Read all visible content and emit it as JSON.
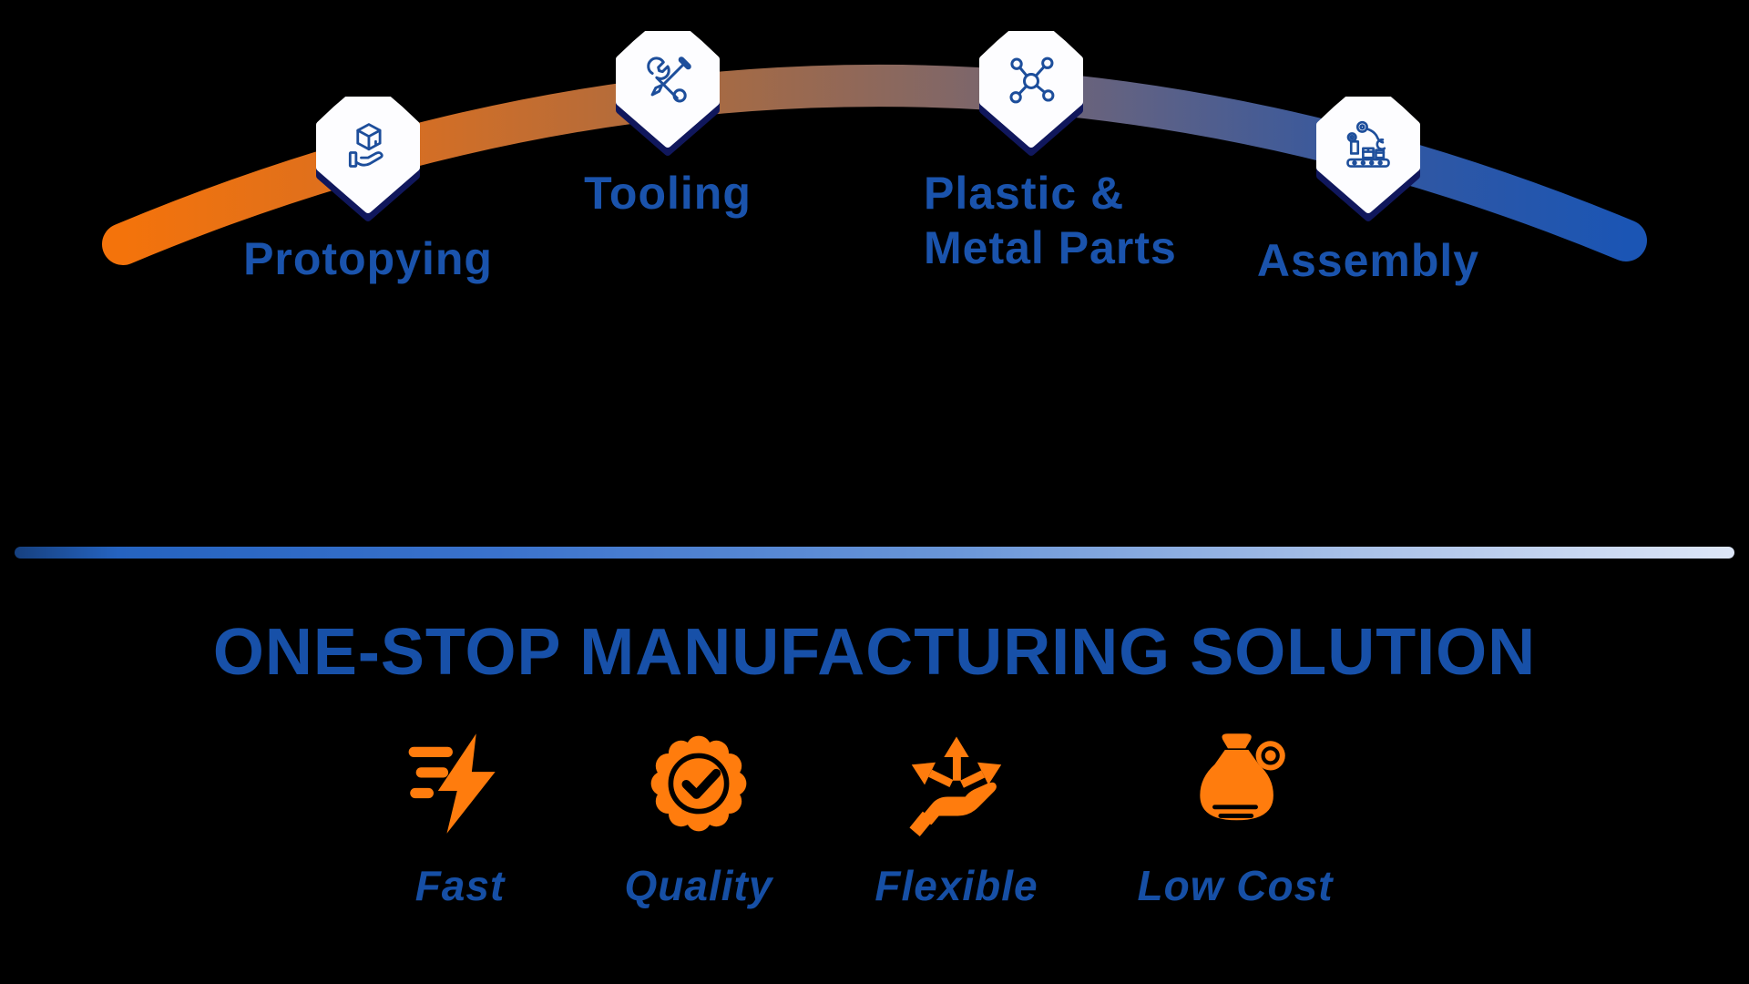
{
  "colors": {
    "background": "#000000",
    "arc_gradient": [
      "#f4730b",
      "#d86f22",
      "#a56a45",
      "#826766",
      "#5d6186",
      "#35589f",
      "#1b55b4"
    ],
    "divider_gradient": [
      "#16407f",
      "#3a72cc",
      "#a9c1e8",
      "#dde6f7"
    ],
    "step_label_blue": "#1a53ac",
    "heading_blue": "#1750a8",
    "feature_label_blue": "#164fa5",
    "line_icon_blue": "#1d4e9b",
    "accent_orange": "#ff7c0d",
    "badge_fill": "#ffffff",
    "badge_shadow_navy": "#10175c"
  },
  "process_arc": {
    "steps": [
      {
        "icon": "prototyping-hand-cube-icon",
        "lines": [
          "Protopying"
        ]
      },
      {
        "icon": "tooling-wrench-screwdriver-icon",
        "lines": [
          "Tooling"
        ]
      },
      {
        "icon": "molecule-icon",
        "lines": [
          "Plastic &",
          "Metal Parts"
        ]
      },
      {
        "icon": "assembly-robot-arm-icon",
        "lines": [
          "Assembly"
        ]
      }
    ]
  },
  "heading": {
    "title": "ONE-STOP MANUFACTURING SOLUTION"
  },
  "features": [
    {
      "icon": "speed-lightning-icon",
      "label": "Fast"
    },
    {
      "icon": "quality-seal-check-icon",
      "label": "Quality"
    },
    {
      "icon": "flexible-hand-arrows-icon",
      "label": "Flexible"
    },
    {
      "icon": "low-cost-money-bag-icon",
      "label": "Low Cost"
    }
  ]
}
